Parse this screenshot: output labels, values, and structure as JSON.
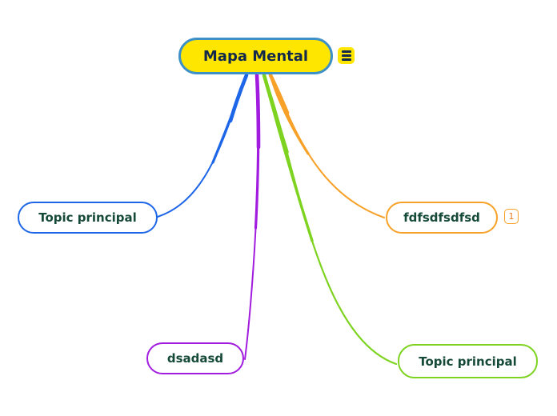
{
  "root": {
    "label": "Mapa Mental",
    "fill_color": "#FFE600",
    "border_color": "#3D8FC7",
    "text_color": "#12294B",
    "menu_icon": "hamburger-icon"
  },
  "nodes": [
    {
      "label": "Topic principal",
      "position": "left",
      "border_color": "#1E66E8",
      "fill_color": "#ffffff",
      "text_color": "#164A38"
    },
    {
      "label": "fdfsdfsdfsd",
      "position": "right",
      "border_color": "#F7A128",
      "fill_color": "#ffffff",
      "text_color": "#164A38",
      "badge_count": "1",
      "badge_color": "#E67E22"
    },
    {
      "label": "dsadasd",
      "position": "bottom-center",
      "border_color": "#A21CDF",
      "fill_color": "#ffffff",
      "text_color": "#164A38"
    },
    {
      "label": "Topic principal",
      "position": "bottom-right",
      "border_color": "#7ED321",
      "fill_color": "#ffffff",
      "text_color": "#164A38"
    }
  ],
  "connectors": [
    {
      "from": "Mapa Mental",
      "to": "Topic principal (left)",
      "color": "#1E66E8"
    },
    {
      "from": "Mapa Mental",
      "to": "dsadasd",
      "color": "#A21CDF"
    },
    {
      "from": "Mapa Mental",
      "to": "Topic principal (bottom-right)",
      "color": "#7ED321"
    },
    {
      "from": "Mapa Mental",
      "to": "fdfsdfsdfsd",
      "color": "#F7A128"
    }
  ]
}
